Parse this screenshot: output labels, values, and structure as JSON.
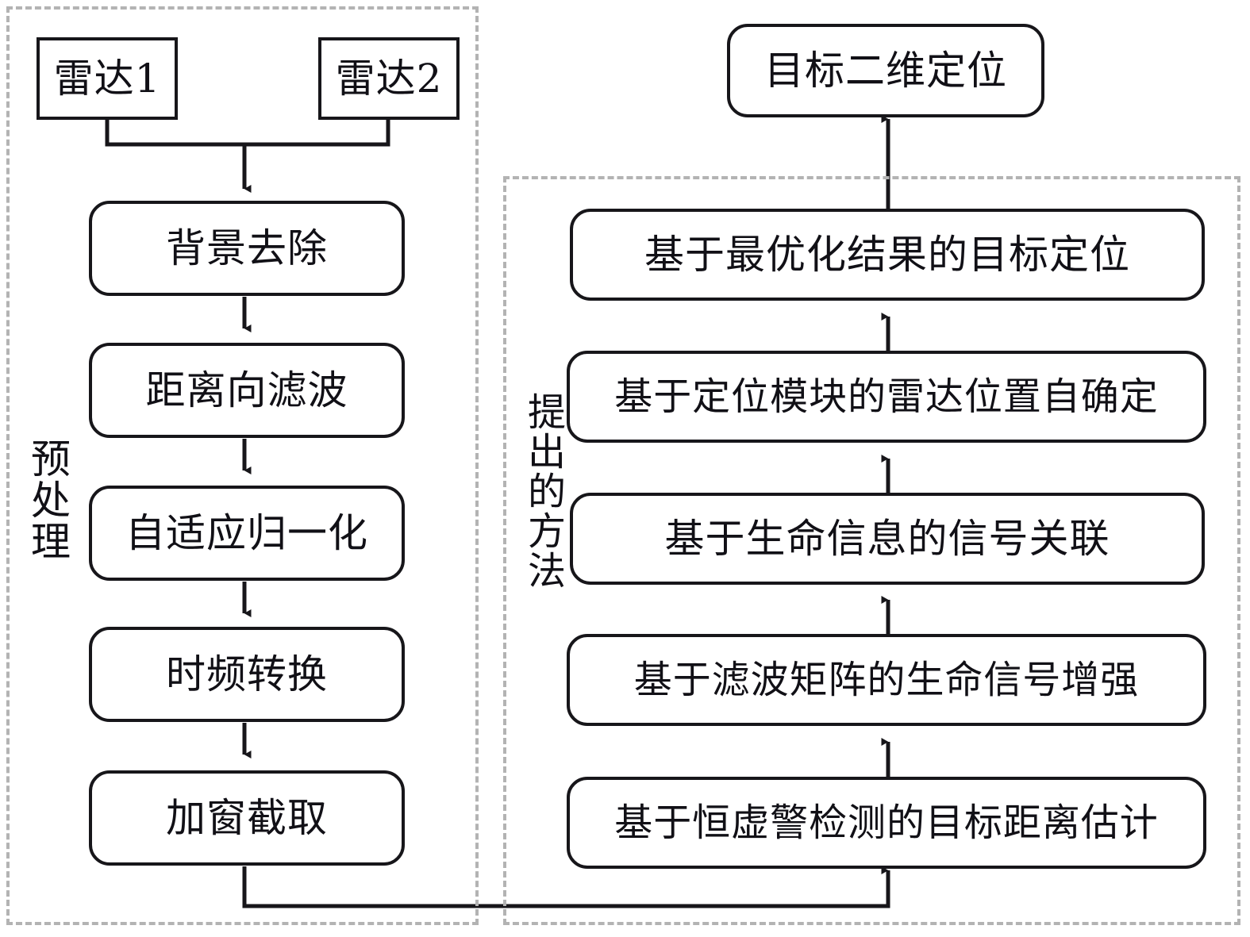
{
  "diagram": {
    "title": "",
    "colors": {
      "stroke": "#17161a",
      "dashed_group": "#b3b3b3",
      "background": "#ffffff",
      "text": "#111016"
    },
    "groups": [
      {
        "id": "preprocessing",
        "label": "预处理",
        "label_orientation": "vertical"
      },
      {
        "id": "proposed-method",
        "label": "提出的方法",
        "label_orientation": "vertical"
      }
    ],
    "nodes": {
      "radar1": "雷达1",
      "radar2": "雷达2",
      "background_removal": "背景去除",
      "range_filtering": "距离向滤波",
      "adaptive_normalization": "自适应归一化",
      "time_frequency_transform": "时频转换",
      "windowing_extraction": "加窗截取",
      "cfar_range_estimation": "基于恒虚警检测的目标距离估计",
      "filter_matrix_enhancement": "基于滤波矩阵的生命信号增强",
      "vital_signal_association": "基于生命信息的信号关联",
      "radar_position_self_determination": "基于定位模块的雷达位置自确定",
      "optimization_based_localization": "基于最优化结果的目标定位",
      "target_2d_localization": "目标二维定位"
    },
    "edges": [
      {
        "from": "radar1",
        "to": "background_removal",
        "style": "elbow-merge"
      },
      {
        "from": "radar2",
        "to": "background_removal",
        "style": "elbow-merge"
      },
      {
        "from": "background_removal",
        "to": "range_filtering",
        "style": "straight-down"
      },
      {
        "from": "range_filtering",
        "to": "adaptive_normalization",
        "style": "straight-down"
      },
      {
        "from": "adaptive_normalization",
        "to": "time_frequency_transform",
        "style": "straight-down"
      },
      {
        "from": "time_frequency_transform",
        "to": "windowing_extraction",
        "style": "straight-down"
      },
      {
        "from": "windowing_extraction",
        "to": "cfar_range_estimation",
        "style": "elbow-right-up"
      },
      {
        "from": "cfar_range_estimation",
        "to": "filter_matrix_enhancement",
        "style": "straight-up"
      },
      {
        "from": "filter_matrix_enhancement",
        "to": "vital_signal_association",
        "style": "straight-up"
      },
      {
        "from": "vital_signal_association",
        "to": "radar_position_self_determination",
        "style": "straight-up"
      },
      {
        "from": "radar_position_self_determination",
        "to": "optimization_based_localization",
        "style": "straight-up"
      },
      {
        "from": "optimization_based_localization",
        "to": "target_2d_localization",
        "style": "straight-up"
      }
    ]
  }
}
